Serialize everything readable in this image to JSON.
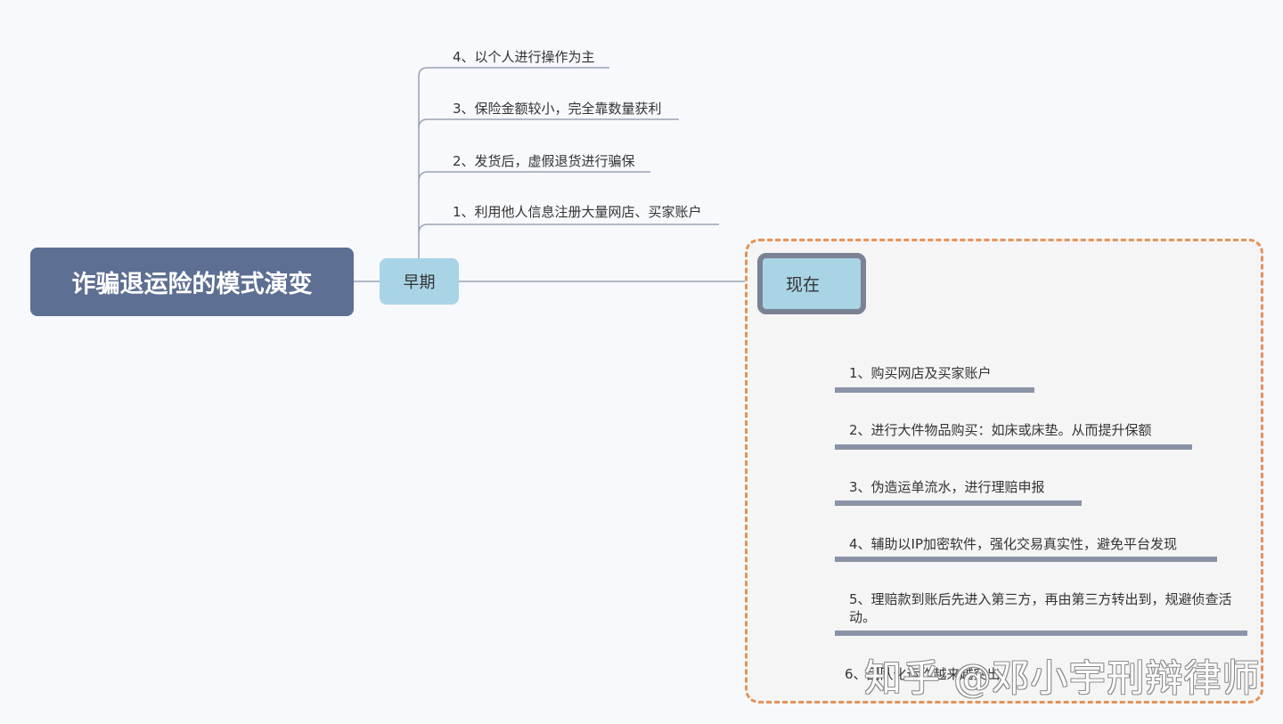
{
  "root": {
    "label": "诈骗退运险的模式演变"
  },
  "early": {
    "label": "早期",
    "items": [
      "4、以个人进行操作为主",
      "3、保险金额较小，完全靠数量获利",
      "2、发货后，虚假退货进行骗保",
      "1、利用他人信息注册大量网店、买家账户"
    ]
  },
  "now": {
    "label": "现在",
    "items": [
      "1、购买网店及买家账户",
      "2、进行大件物品购买：如床或床垫。从而提升保额",
      "3、伪造运单流水，进行理赔申报",
      "4、辅助以IP加密软件，强化交易真实性，避免平台发现",
      "5、理赔款到账后先进入第三方，再由第三方转出到，规避侦查活动。",
      "6、团队化运作越来越突出"
    ]
  },
  "watermark": "知乎 @邓小宇刑辩律师",
  "colors": {
    "root_bg": "#5d6f92",
    "topic_bg": "#a9d4e6",
    "now_border": "#7a8294",
    "highlight_border": "#e4935a",
    "connector": "#9aa3b5",
    "underline_now": "#8a93a6"
  }
}
